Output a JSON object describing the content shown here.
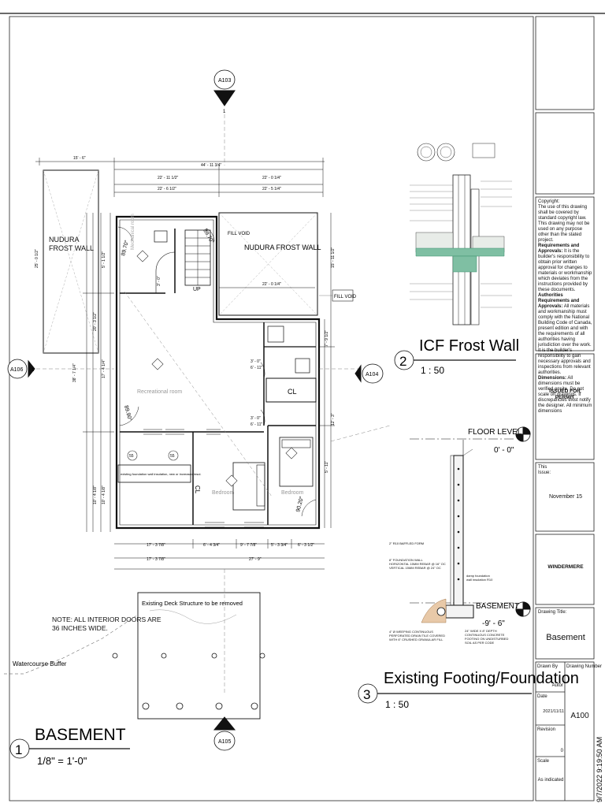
{
  "sheet": {
    "plan_title": "BASEMENT",
    "plan_number": "1",
    "plan_scale": "1/8\" = 1'-0\"",
    "detail2_title": "ICF Frost Wall",
    "detail2_number": "2",
    "detail2_scale": "1 : 50",
    "detail3_title": "Existing Footing/Foundation",
    "detail3_number": "3",
    "detail3_scale": "1 : 50",
    "timestamp": "9/7/2022 9:19:50 AM"
  },
  "plan": {
    "nudura_left": "NUDURA\nFROST WALL",
    "nudura_top": "NUDURA FROST WALL",
    "fill_void_1": "FILL VOID",
    "fill_void_2": "FILL VOID",
    "recreational_room": "Recreational room",
    "bedroom_1": "Bedroom",
    "bedroom_2": "Bedroom",
    "mechanical_room": "Mechanical room",
    "closet_1": "CL",
    "closet_2": "CL",
    "up_label": "UP",
    "window_tag": "55",
    "note_existing_foundation": "existing foundation wall insulation, new or increased insul.",
    "deck_note": "Existing Deck Structure to be removed",
    "doors_note": "NOTE: ALL INTERIOR DOORS ARE\n36 INCHES WIDE.",
    "watercourse": "Watercourse Buffer",
    "callouts": {
      "top": "A103",
      "left": "A106",
      "right": "A104",
      "bottom": "A105",
      "sheet_num": "1"
    },
    "dims": {
      "overall_top": "44' - 11 3/4\"",
      "top_left": "15' - 6\"",
      "top_a": "22' - 11 1/2\"",
      "top_b": "22' - 0 1/4\"",
      "top_c": "22' - 6 1/2\"",
      "top_d": "22' - 5 1/4\"",
      "inner_top": "22' - 0 1/4\"",
      "left_overall": "38' - 7 1/4\"",
      "left_a": "25' - 0 1/2\"",
      "left_b": "20' - 3 1/2\"",
      "left_c": "17' - 4 1/4\"",
      "left_d": "10' - 4 1/8\"",
      "left_e": "10' - 4 1/8\"",
      "left_f": "5' - 1 1/2\"",
      "right_a": "7' - 9 1/2\"",
      "right_b": "15' - 11 1/2\"",
      "right_c": "12' - 3\"",
      "right_d": "5' - 11\"",
      "bottom_a": "17' - 3 7/8\"",
      "bottom_b": "6' - 4 3/4\"",
      "bottom_c": "9' - 7 7/8\"",
      "bottom_d": "5' - 3 3/4\"",
      "bottom_e": "6' - 3 1/2\"",
      "bottom_overall": "17' - 3 7/8\"",
      "bottom_total": "27' - 9\"",
      "door_a": "3' - 0\"",
      "door_a2": "6' - 11\"",
      "door_b": "3' - 0\"",
      "door_b2": "6' - 11\"",
      "r1": "89.70°",
      "r2": "89.70°",
      "r3": "89.90°",
      "r4": "90.20°"
    }
  },
  "details": {
    "floor_level": "FLOOR LEVEL",
    "floor_level_elev": "0' - 0\"",
    "basement": "BASEMENT",
    "basement_elev": "-9' - 6\"",
    "note_form": "2\" R10 BAFFLED FORM",
    "note_wall": "8\" FOUNDATION WALL\nHORIZONTAL 15MM REBAR @ 16\" OC\nVERTICAL 15MM REBAR @ 24\" OC",
    "note_drain": "4\" Ø WEEPING CONTINUOUS\nPERFORATED DRAIN TILE COVERED\nWITH 6\" CRUSHED GRANULAR FILL",
    "note_footing": "24\" WIDE X 8\" DEPTH\nCONTINUOUS CONCRETE\nFOOTING ON UNDISTURBED\nSOIL AS PER CODE",
    "note_damp": "damp foundation\nwall insulation R10"
  },
  "titleblock": {
    "copyright_heading": "Copyright:",
    "copyright_text": "The use of this drawing shall be covered by standard copyright law. This drawing may not be used on any purpose other than the stated project.",
    "req_heading": "Requirements and Approvals:",
    "req_text": "It is the builder's responsibility to obtain prior written approval for changes to materials or workmanship which deviates from the instructions provided by these documents.",
    "auth_heading": "Authorities Requirements and Approvals:",
    "auth_text": "All materials and workmanship must comply with the National Building Code of Canada, present edition and with the requirements of all authorities having jurisdiction over the work. It is the builder's responsibility to gain necessary approvals and inspections from relevant authorities.",
    "dim_heading": "Dimensions:",
    "dim_text": "All dimensions must be verified onsite. Do not scale off drawings. If discrepancies exist notify the designer. All minimum dimensions",
    "issued": "ISSUED FOR\nPERMIT",
    "this_issue_label": "This\nIssue:",
    "this_issue": "November 15",
    "project": "WINDERMERE",
    "drawing_title_label": "Drawing Title:",
    "drawing_title": "Basement",
    "drawn_by_label": "Drawn By",
    "drawn_by": "Autor",
    "drawing_number_label": "Drawing Number",
    "drawing_number": "A100",
    "date_label": "Date",
    "date": "2021/11/11",
    "revision_label": "Revision",
    "revision": "0",
    "scale_label": "Scale",
    "scale": "As indicated"
  }
}
